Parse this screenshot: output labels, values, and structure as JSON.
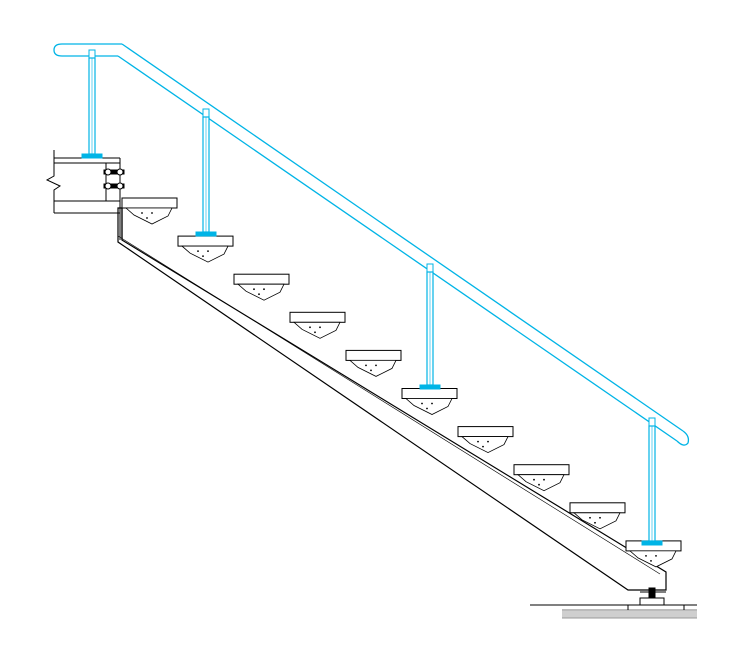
{
  "drawing": {
    "view": "stair-elevation",
    "tread_count": 10,
    "post_count": 4,
    "colors": {
      "background": "#ffffff",
      "line": "#000000",
      "railing": "#00b4e6",
      "post_base_plate": "#00b4e6",
      "ground_hatch": "#9a9a9a"
    }
  }
}
